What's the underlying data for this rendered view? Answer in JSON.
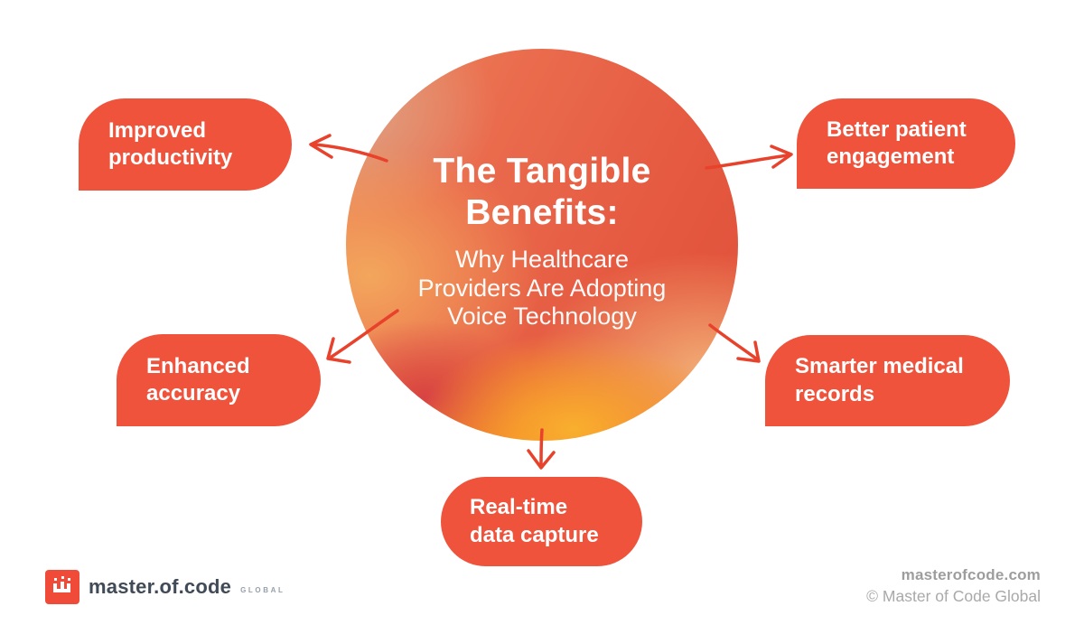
{
  "colors": {
    "bubble": "#EF533C",
    "arrow": "#E8422C",
    "logo_red": "#F04B38",
    "circle_gradient_top": "#E55A41",
    "circle_gradient_gold": "#F3A65C",
    "circle_gradient_yellow": "#F9AF2E"
  },
  "center_circle": {
    "title": "The Tangible Benefits:",
    "title_lines": [
      "The Tangible",
      "Benefits:"
    ],
    "subtitle": "Why Healthcare Providers Are Adopting Voice Technology",
    "subtitle_lines": [
      "Why Healthcare",
      "Providers Are Adopting",
      "Voice Technology"
    ]
  },
  "benefits": [
    {
      "id": "improved-productivity",
      "label": "Improved productivity",
      "lines": [
        "Improved",
        "productivity"
      ]
    },
    {
      "id": "better-patient-engagement",
      "label": "Better patient engagement",
      "lines": [
        "Better patient",
        "engagement"
      ]
    },
    {
      "id": "enhanced-accuracy",
      "label": "Enhanced accuracy",
      "lines": [
        "Enhanced",
        "accuracy"
      ]
    },
    {
      "id": "smarter-medical-records",
      "label": "Smarter medical records",
      "lines": [
        "Smarter medical",
        "records"
      ]
    },
    {
      "id": "real-time-data-capture",
      "label": "Real-time data capture",
      "lines": [
        "Real-time",
        "data capture"
      ]
    }
  ],
  "footer": {
    "logo": {
      "brand": "master.of.code",
      "suffix": "GLOBAL",
      "icon": "pixel-crown-icon"
    },
    "website": "masterofcode.com",
    "copyright": "© Master of Code Global"
  }
}
